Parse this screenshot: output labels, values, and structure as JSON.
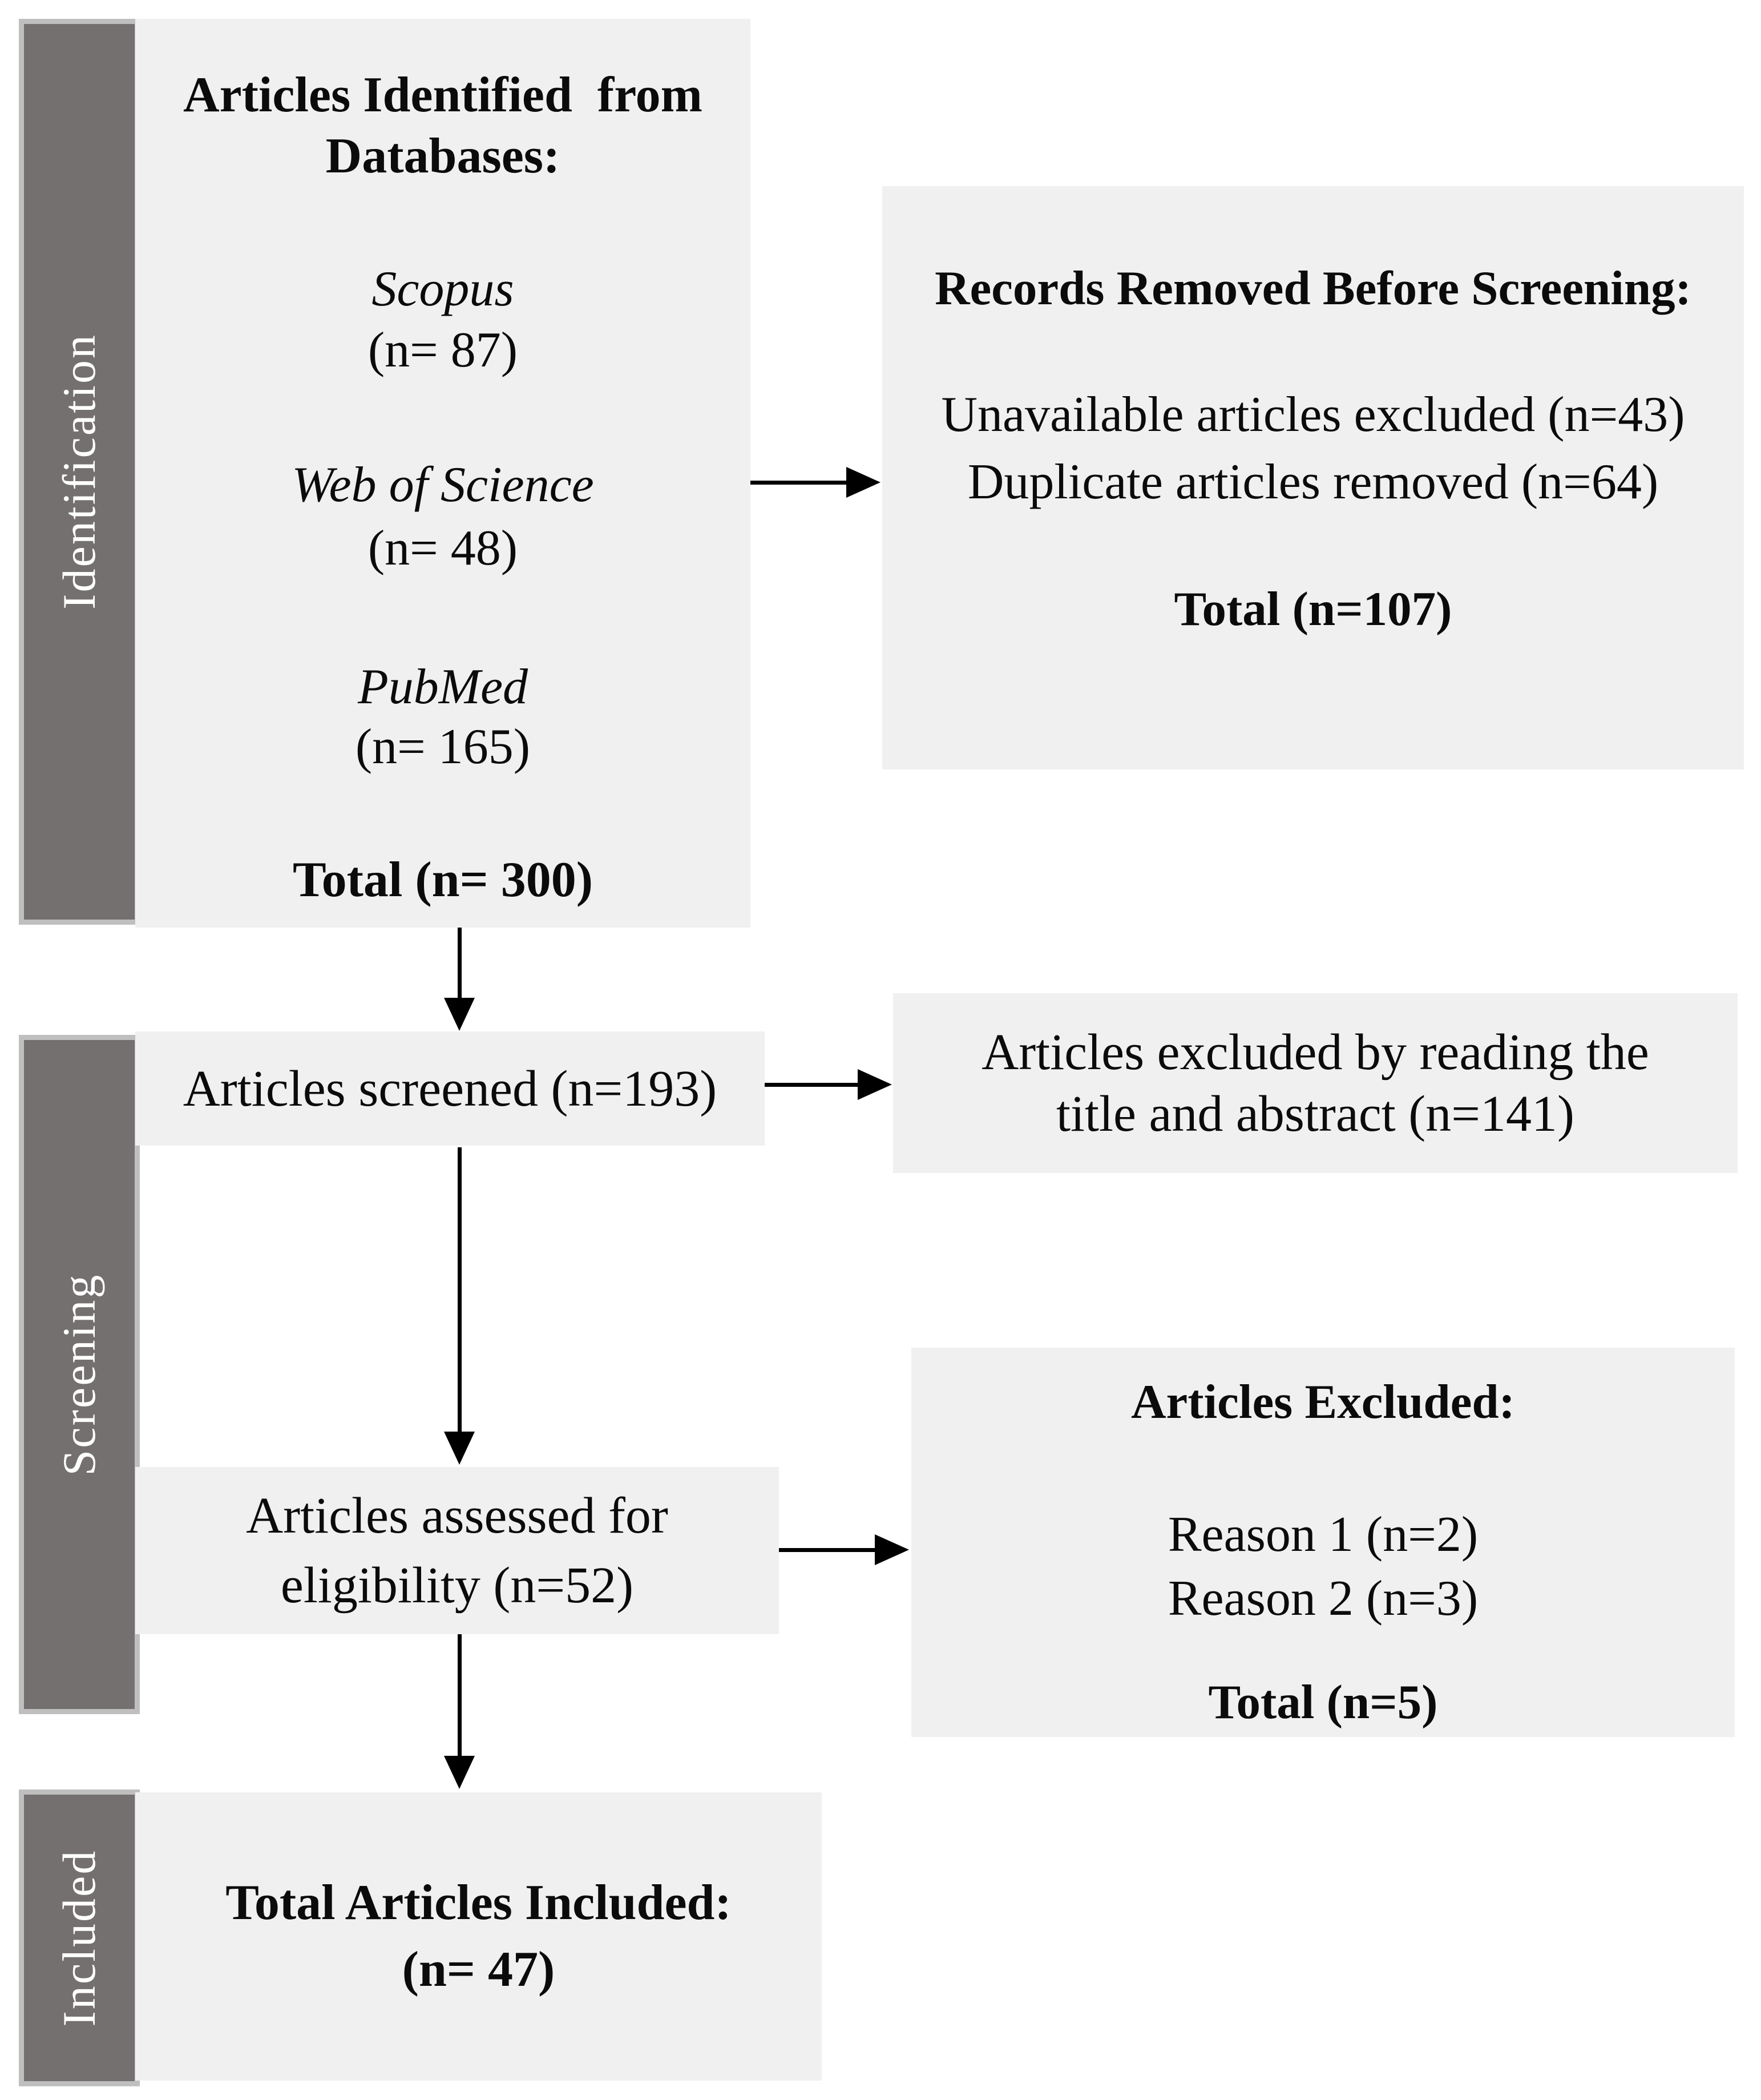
{
  "sidebar": {
    "identification_label": "Identification",
    "screening_label": "Screening",
    "included_label": "Included"
  },
  "identified_box": {
    "title_line1": "Articles Identified  from",
    "title_line2": "Databases:",
    "sources": [
      {
        "name": "Scopus",
        "count": "(n= 87)"
      },
      {
        "name": "Web of Science",
        "count": "(n= 48)"
      },
      {
        "name": "PubMed",
        "count": "(n= 165)"
      }
    ],
    "total": "Total (n= 300)"
  },
  "records_removed_box": {
    "title": "Records Removed Before Screening:",
    "items": [
      "Unavailable articles excluded (n=43)",
      "Duplicate articles removed (n=64)"
    ],
    "total": "Total (n=107)"
  },
  "screened_box": {
    "text": "Articles screened (n=193)"
  },
  "title_abstract_excluded_box": {
    "line1": "Articles excluded by reading the",
    "line2": "title and abstract (n=141)"
  },
  "assessed_box": {
    "line1": "Articles assessed for",
    "line2": "eligibility (n=52)"
  },
  "articles_excluded_box": {
    "title": "Articles Excluded:",
    "items": [
      "Reason 1 (n=2)",
      "Reason 2 (n=3)"
    ],
    "total": "Total (n=5)"
  },
  "included_box": {
    "line1": "Total Articles Included:",
    "line2": "(n= 47)"
  },
  "colors": {
    "box_fill": "#f1f0f0",
    "sidebar_fill": "#757070",
    "sidebar_border": "#c0bfbf",
    "arrow": "#000000",
    "text": "#0b0b0b"
  }
}
